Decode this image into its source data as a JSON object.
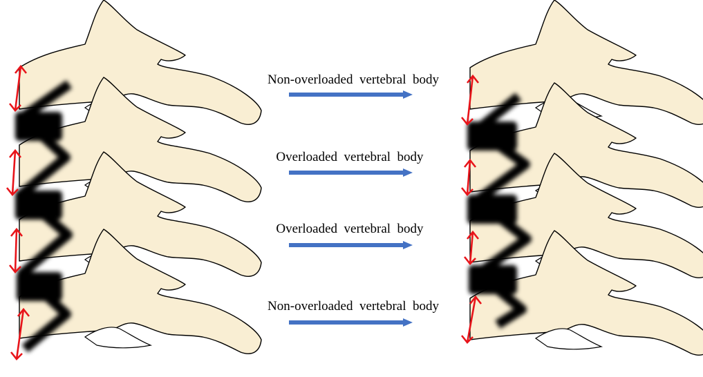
{
  "labels": [
    "Non-overloaded  vertebral  body",
    "Overloaded  vertebral  body",
    "Overloaded  vertebral  body",
    "Non-overloaded  vertebral  body"
  ],
  "colors": {
    "bone_fill": "#f9eed3",
    "outline": "#000000",
    "arrow_blue": "#4472c4",
    "measure_red": "#e8141a",
    "background": "#ffffff"
  }
}
